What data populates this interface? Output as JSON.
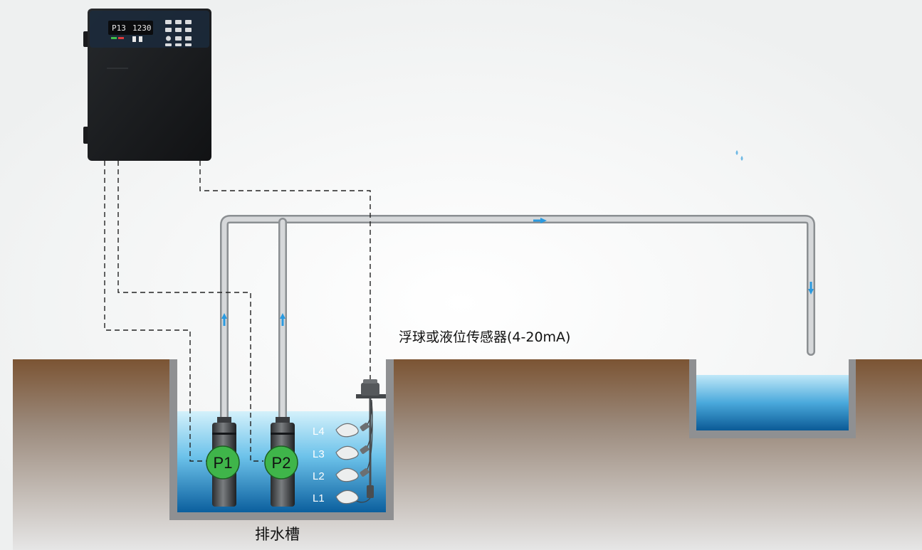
{
  "sensor_caption": "浮球或液位传感器(4-20mA)",
  "tank_label": "排水槽",
  "pumps": [
    {
      "label": "P1"
    },
    {
      "label": "P2"
    }
  ],
  "levels": [
    "L4",
    "L3",
    "L2",
    "L1"
  ],
  "controller": {
    "display_left": "P13",
    "display_right": "1230"
  },
  "colors": {
    "soil_top": "#7b5433",
    "soil_bottom": "#dcdcdc",
    "water_top": "#cfeefa",
    "water_bottom": "#0d6aa8",
    "pipe": "#b3b7ba",
    "flow_arrow": "#2a9ae0",
    "pump_badge": "#3fb54a",
    "controller_body": "#1d1f22"
  }
}
